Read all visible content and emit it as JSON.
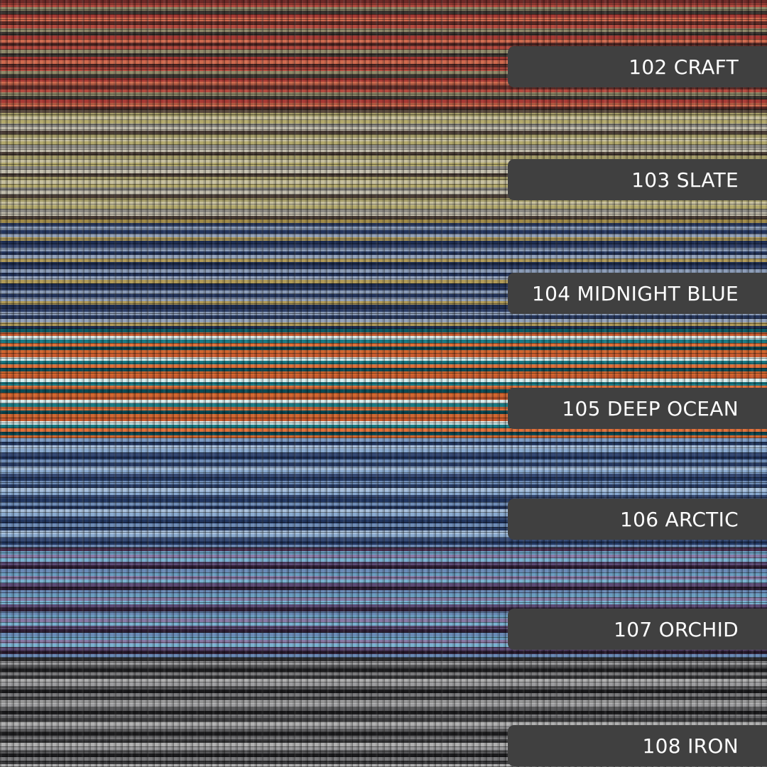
{
  "swatches": [
    {
      "label": "102 CRAFT",
      "colors": [
        "#6e2a28",
        "#b54a3f",
        "#8f8a6a",
        "#c95b47",
        "#3a3430",
        "#a63a34",
        "#9a9270",
        "#cf6a4e",
        "#5b2a26"
      ]
    },
    {
      "label": "103 SLATE",
      "colors": [
        "#5a4a3e",
        "#a49c68",
        "#c8c1a0",
        "#463a33",
        "#b4aa6c",
        "#8c8a84",
        "#6a564a",
        "#c4bfae",
        "#4a3d36"
      ]
    },
    {
      "label": "104 MIDNIGHT BLUE",
      "colors": [
        "#a08a48",
        "#2e3e66",
        "#8a9bb6",
        "#c4a85a",
        "#24355c",
        "#94a3bc",
        "#5a6a86",
        "#b09a58",
        "#1e2e52"
      ]
    },
    {
      "label": "105 DEEP OCEAN",
      "colors": [
        "#0e5a64",
        "#c85a2e",
        "#d9ecec",
        "#0a4048",
        "#1a7a84",
        "#e0703a",
        "#a8d4d6",
        "#0c4a54",
        "#d2662f"
      ]
    },
    {
      "label": "106 ARCTIC",
      "colors": [
        "#7c9cc4",
        "#273a62",
        "#a8c0dc",
        "#1c2c4e",
        "#8aaad0",
        "#364a74",
        "#b4c8e0",
        "#223660",
        "#6e8cb6"
      ]
    },
    {
      "label": "107 ORCHID",
      "colors": [
        "#4a2e4e",
        "#6a9ec0",
        "#8a7aa6",
        "#3a2440",
        "#7ab2d0",
        "#5c4a74",
        "#96aed0",
        "#2e1e34",
        "#6a8ab6"
      ]
    },
    {
      "label": "108 IRON",
      "colors": [
        "#2a2a2c",
        "#9c9c9e",
        "#5a5a5c",
        "#d8d8d8",
        "#1c1c1e",
        "#7a7a7c",
        "#c4c4c4",
        "#3a3a3c",
        "#b0b0b0"
      ]
    }
  ]
}
